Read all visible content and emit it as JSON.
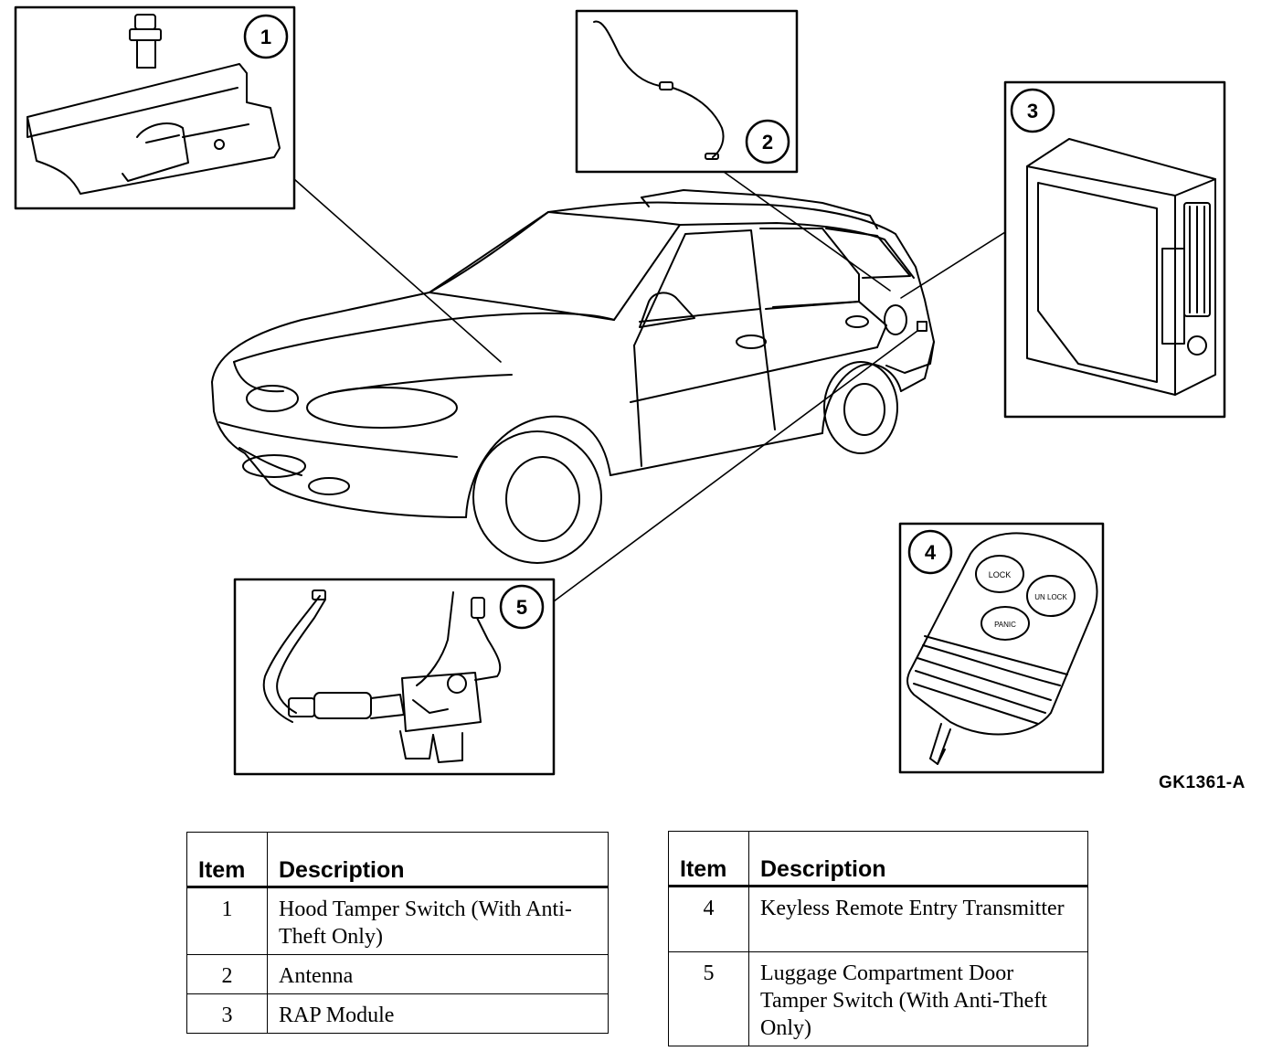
{
  "figure_code": "GK1361-A",
  "callouts": [
    "1",
    "2",
    "3",
    "4",
    "5"
  ],
  "remote_buttons": {
    "lock": "LOCK",
    "unlock": "UN LOCK",
    "panic": "PANIC"
  },
  "legend": {
    "header_item": "Item",
    "header_description": "Description",
    "rows": [
      {
        "item": "1",
        "description": "Hood Tamper Switch (With Anti-Theft Only)"
      },
      {
        "item": "2",
        "description": "Antenna"
      },
      {
        "item": "3",
        "description": "RAP Module"
      },
      {
        "item": "4",
        "description": "Keyless Remote Entry Transmitter"
      },
      {
        "item": "5",
        "description": "Luggage Compartment Door Tamper Switch (With Anti-Theft Only)"
      }
    ]
  }
}
